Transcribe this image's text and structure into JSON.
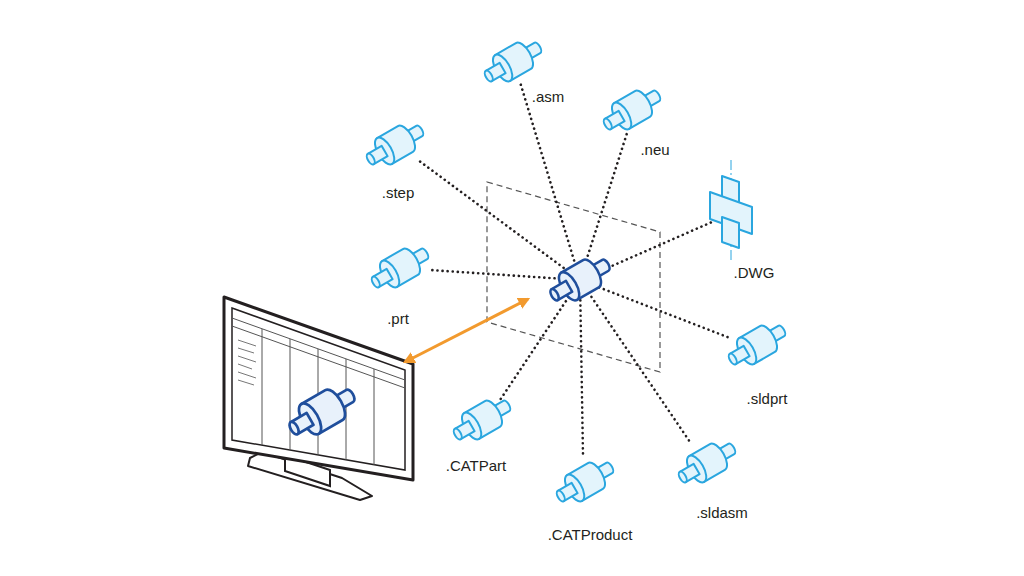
{
  "diagram": {
    "labels": [
      ".asm",
      ".neu",
      ".step",
      ".DWG",
      ".prt",
      ".sldprt",
      ".CATPart",
      ".sldasm",
      ".CATProduct"
    ]
  }
}
